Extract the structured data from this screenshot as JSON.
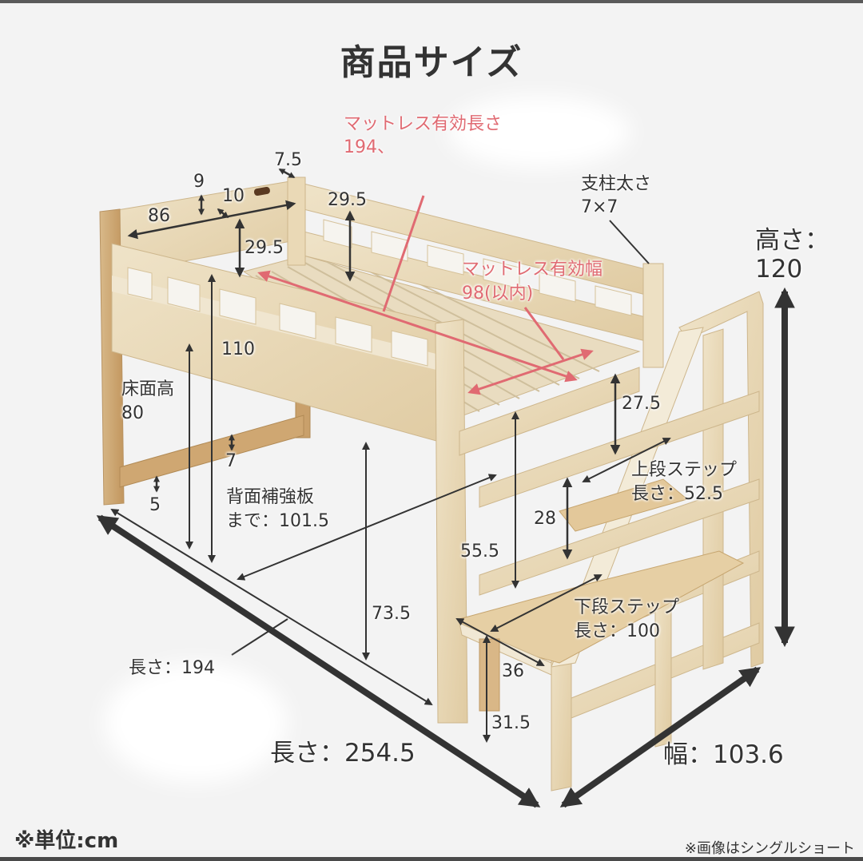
{
  "header": {
    "title": "商品サイズ"
  },
  "mattress": {
    "length_label": "マットレス有効長さ",
    "length_value": "194、",
    "width_label": "マットレス有効幅",
    "width_value": "98(以内)"
  },
  "post": {
    "label": "支柱太さ",
    "value": "7×7"
  },
  "height": {
    "label": "高さ：",
    "value": "120"
  },
  "headboard": {
    "d_7_5": "7.5",
    "d_9": "9",
    "d_10": "10",
    "d_86": "86",
    "d_29_5_a": "29.5",
    "d_29_5_b": "29.5"
  },
  "frame": {
    "d_110": "110",
    "floor_label": "床面高",
    "floor_value": "80",
    "d_7": "7",
    "d_5": "5",
    "back_label": "背面補強板",
    "back_value": "まで：101.5",
    "d_73_5": "73.5",
    "d_55_5": "55.5",
    "d_27_5": "27.5",
    "d_28": "28",
    "d_36": "36",
    "d_31_5": "31.5",
    "inner_length": "長さ：194"
  },
  "steps": {
    "upper_label": "上段ステップ",
    "upper_value": "長さ：52.5",
    "lower_label": "下段ステップ",
    "lower_value": "長さ：100"
  },
  "overall": {
    "length": "長さ：254.5",
    "width": "幅：103.6"
  },
  "footer": {
    "unit": "※単位:cm",
    "note": "※画像はシングルショート"
  },
  "colors": {
    "background": "#f3f3f3",
    "text": "#333333",
    "accent_red": "#e06a72",
    "wood_light": "#eadcbf",
    "wood_mid": "#dcc49a",
    "wood_dark": "#c49a62"
  }
}
